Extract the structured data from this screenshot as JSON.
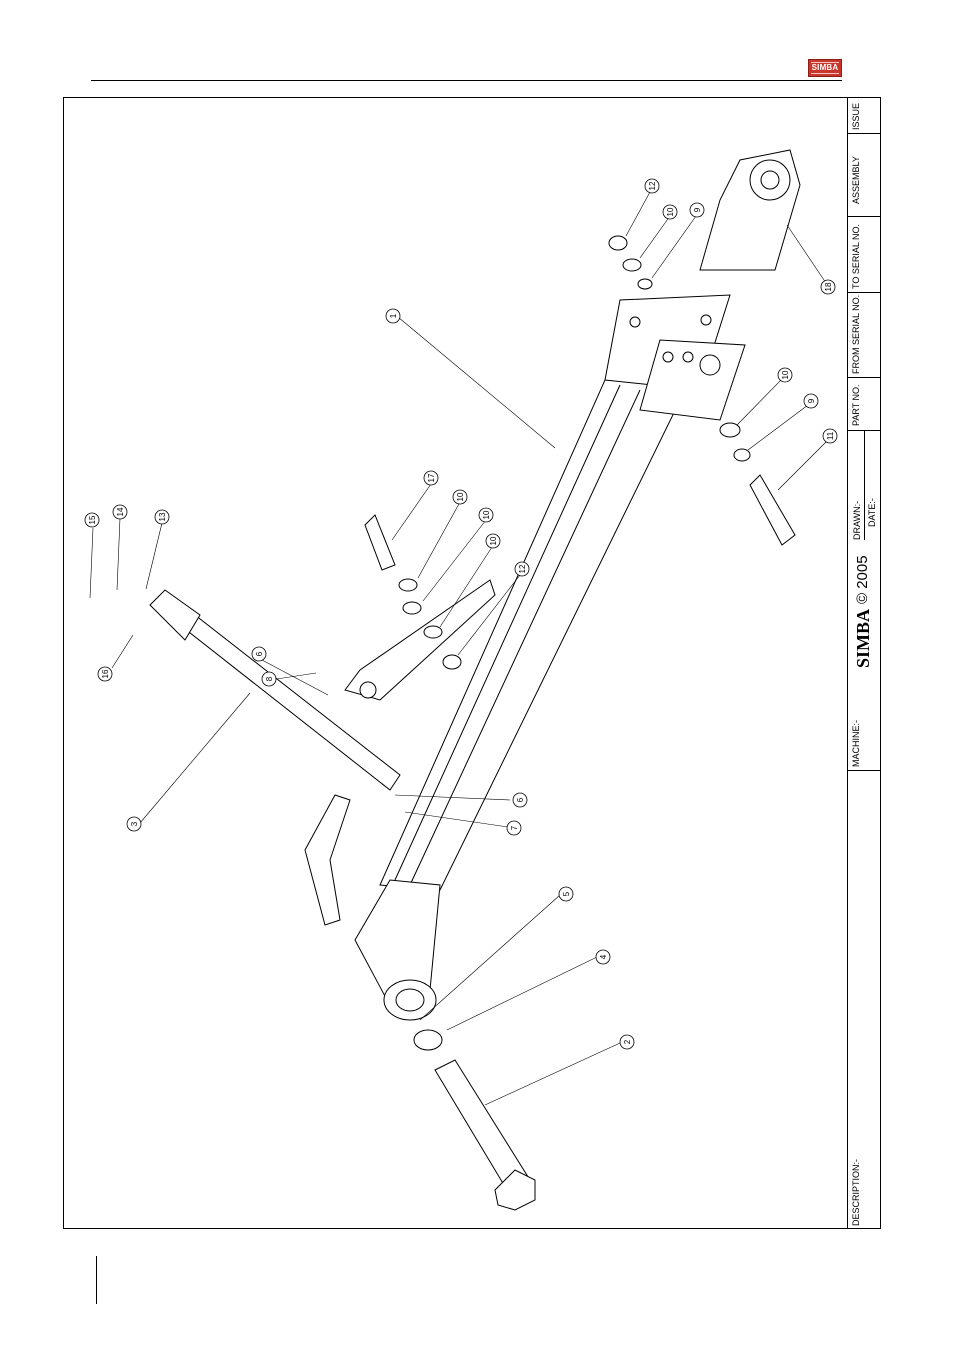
{
  "header": {
    "logo_text": "SIMBA"
  },
  "title_block": {
    "description_label": "DESCRIPTION:-",
    "machine_label": "MACHINE:-",
    "brand": "SIMBA",
    "copyright": "© 2005",
    "drawn_label": "DRAWN:-",
    "date_label": "DATE:-",
    "part_no_label": "PART NO.",
    "from_serial_label": "FROM SERIAL NO.",
    "to_serial_label": "TO SERIAL NO.",
    "assembly_label": "ASSEMBLY",
    "issue_label": "ISSUE"
  },
  "callouts": [
    "1",
    "2",
    "3",
    "4",
    "5",
    "6",
    "6",
    "7",
    "8",
    "9",
    "9",
    "10",
    "10",
    "10",
    "10",
    "11",
    "12",
    "12",
    "13",
    "14",
    "15",
    "16",
    "17",
    "18"
  ]
}
